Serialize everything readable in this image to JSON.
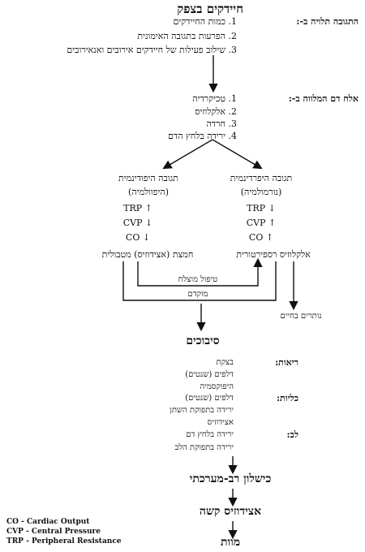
{
  "title": "חיידקים בצפק",
  "section1": {
    "heading": "התגובה תלויה ב-:",
    "items": [
      "1. כמות החיידקים",
      "2. הפרעות בתגובה האימונית",
      "3. שילוב פעילות של חיידקים אירובים ואנאירובים"
    ]
  },
  "section2": {
    "heading": "אלח דם המלווה ב-:",
    "items": [
      "1. טכיקרדיה",
      "2. אלקלוזיס",
      "3. חרדה",
      "4. ירידה בלחץ הדם"
    ]
  },
  "right_branch": {
    "title": "תגובה היפרדינמית",
    "subtitle": "(נורמולמיה)",
    "trp": "TRP",
    "cvp": "CVP",
    "co": "CO",
    "trp_dir": "↓",
    "cvp_dir": "↑",
    "co_dir": "↑",
    "outcome": "אלקלוזיס רספירטורית"
  },
  "left_branch": {
    "title": "תגובה היפודינמית",
    "subtitle": "(היפוולמיה)",
    "trp": "TRP",
    "cvp": "CVP",
    "co": "CO",
    "trp_dir": "↑",
    "cvp_dir": "↓",
    "co_dir": "↓",
    "outcome": "חמצת (אצידוזיס) מטבולית"
  },
  "delayed_treatment": "טיפול מוצלח",
  "early": "מוקדם",
  "survivors": "נותרים בחיים",
  "complications": {
    "heading": "סיבוכים",
    "lungs": {
      "label": "ריאות:",
      "items": [
        "בצקת",
        "דלפים (שנטים)",
        "היפוקסמיה"
      ]
    },
    "kidneys": {
      "label": "כליות:",
      "items": [
        "דלפים (שנטים)",
        "ירידה בתפוקת השתן",
        "אצידוזיס"
      ]
    },
    "heart": {
      "label": "לב:",
      "items": [
        "ירידה בלחץ דם",
        "ירידה בתפוקת הלב"
      ]
    }
  },
  "mof": "כישלון רב-מערכתי",
  "severe_acidosis": "אצידוזיס קשה",
  "death": "מוות",
  "legend": [
    "CO - Cardiac Output",
    "CVP - Central Pressure",
    "TRP - Peripheral Resistance"
  ]
}
